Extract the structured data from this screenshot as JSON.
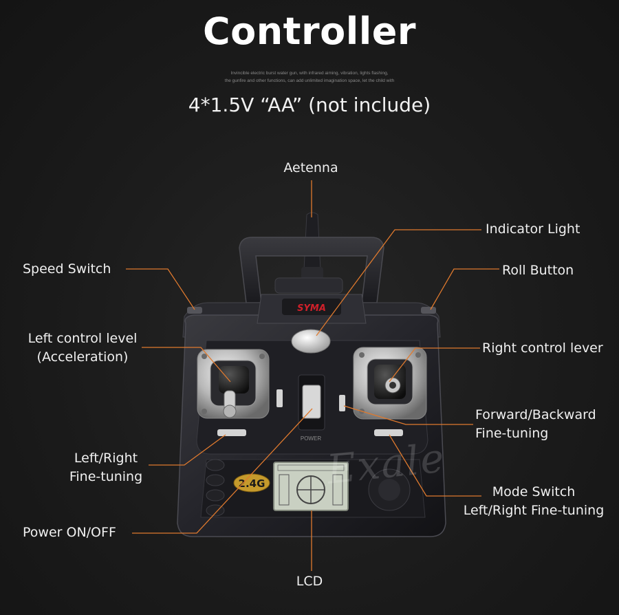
{
  "title": "Controller",
  "subtitle_lines": [
    "Invincible electric burst water gun, with infrared aiming, vibration, lights flashing,",
    "the gunfire and other functions, can add unlimited imagination space, let the child with"
  ],
  "battery": "4*1.5V “AA” (not include)",
  "labels": {
    "antenna": "Aetenna",
    "indicator_light": "Indicator Light",
    "speed_switch": "Speed Switch",
    "roll_button": "Roll Button",
    "left_control_line1": "Left control level",
    "left_control_line2": "(Acceleration)",
    "right_control": "Right control lever",
    "forward_backward_line1": "Forward/Backward",
    "forward_backward_line2": "Fine-tuning",
    "left_right_line1": "Left/Right",
    "left_right_line2": "Fine-tuning",
    "mode_switch_line1": "Mode Switch",
    "mode_switch_line2": "Left/Right Fine-tuning",
    "power": "Power ON/OFF",
    "lcd": "LCD"
  },
  "device": {
    "brand": "SYMA",
    "frequency": "2.4G",
    "power_text": "POWER"
  },
  "watermark": "Exale",
  "colors": {
    "background": "#1b1b1b",
    "callout_line": "#e07a2e",
    "text": "#f0f0f0",
    "brand": "#d0202a",
    "lcd": "#c9d0c2"
  }
}
